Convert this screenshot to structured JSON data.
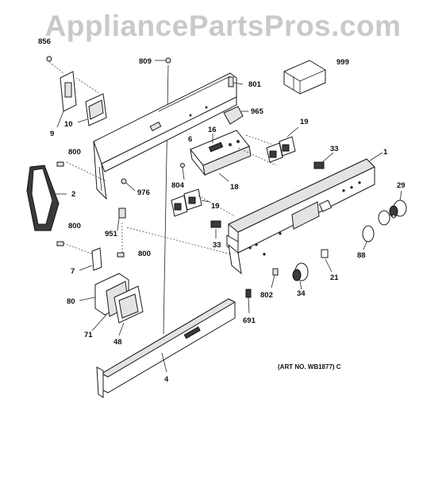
{
  "watermark": "AppliancePartsPros.com",
  "art_note": "(ART NO. WB1877) C",
  "callouts": {
    "c856": "856",
    "c809": "809",
    "c801": "801",
    "c999": "999",
    "c9": "9",
    "c10": "10",
    "c965": "965",
    "c16": "16",
    "c19a": "19",
    "c6": "6",
    "c33a": "33",
    "c1": "1",
    "c800a": "800",
    "c2": "2",
    "c976": "976",
    "c804": "804",
    "c18": "18",
    "c29": "29",
    "c19b": "19",
    "c800b": "800",
    "c951": "951",
    "c33b": "33",
    "c88": "88",
    "c800c": "800",
    "c7": "7",
    "c21": "21",
    "c34": "34",
    "c802": "802",
    "c80": "80",
    "c691": "691",
    "c71": "71",
    "c48": "48",
    "c4": "4"
  }
}
